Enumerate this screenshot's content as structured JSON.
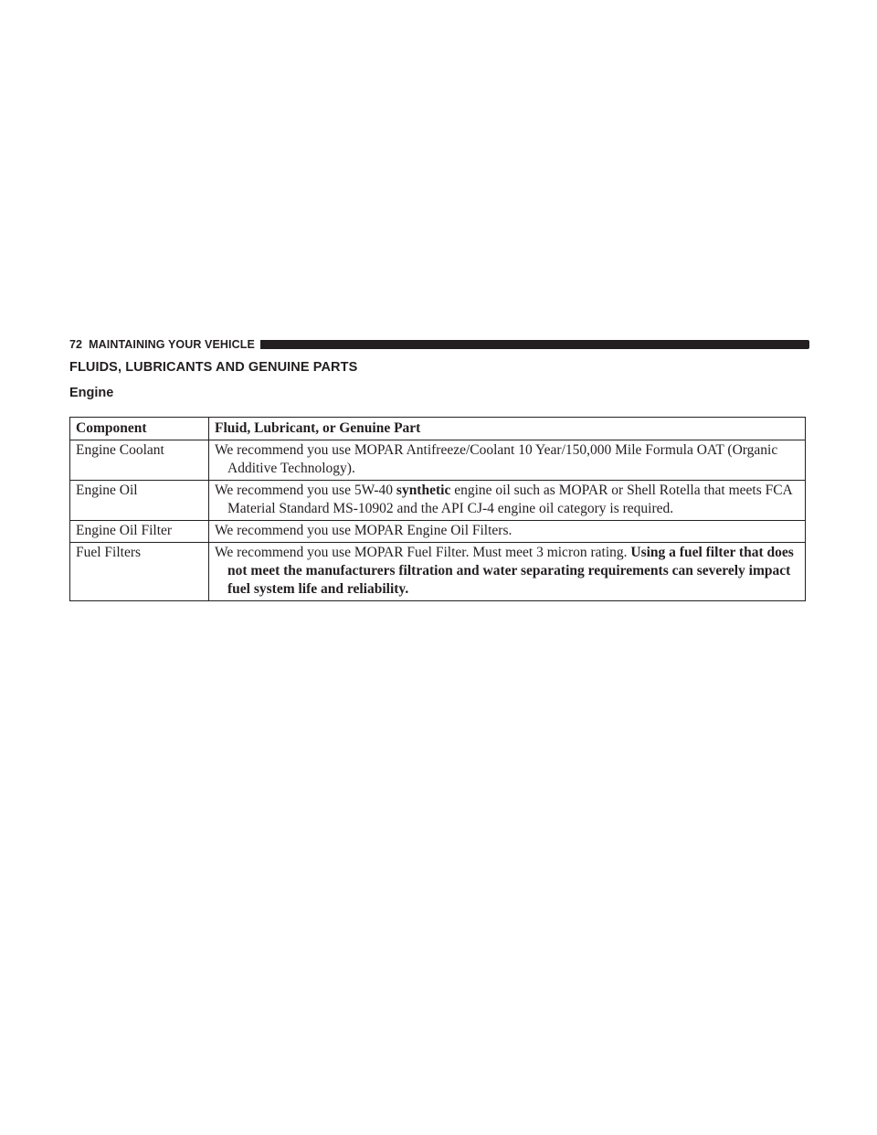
{
  "header": {
    "page_number": "72",
    "section": "MAINTAINING YOUR VEHICLE"
  },
  "title": "FLUIDS, LUBRICANTS AND GENUINE PARTS",
  "subtitle": "Engine",
  "table": {
    "headers": [
      "Component",
      "Fluid, Lubricant, or Genuine Part"
    ],
    "rows": [
      {
        "component": "Engine Coolant",
        "desc_pre": "We recommend you use MOPAR Antifreeze/Coolant 10 Year/150,000 Mile Formula OAT (Organic Additive Technology).",
        "desc_bold": "",
        "desc_post": ""
      },
      {
        "component": "Engine Oil",
        "desc_pre": "We recommend you use 5W-40 ",
        "desc_bold": "synthetic",
        "desc_post": " engine oil such as MOPAR or Shell Rotella that meets FCA Material Standard MS-10902 and the API CJ-4 engine oil category is required."
      },
      {
        "component": "Engine Oil Filter",
        "desc_pre": "We recommend you use MOPAR Engine Oil Filters.",
        "desc_bold": "",
        "desc_post": ""
      },
      {
        "component": "Fuel Filters",
        "desc_pre": "We recommend you use MOPAR Fuel Filter. Must meet 3 micron rating. ",
        "desc_bold": "Using a fuel filter that does not meet the manufacturers filtration and water separating requirements can severely impact fuel system life and reliability.",
        "desc_post": ""
      }
    ]
  }
}
